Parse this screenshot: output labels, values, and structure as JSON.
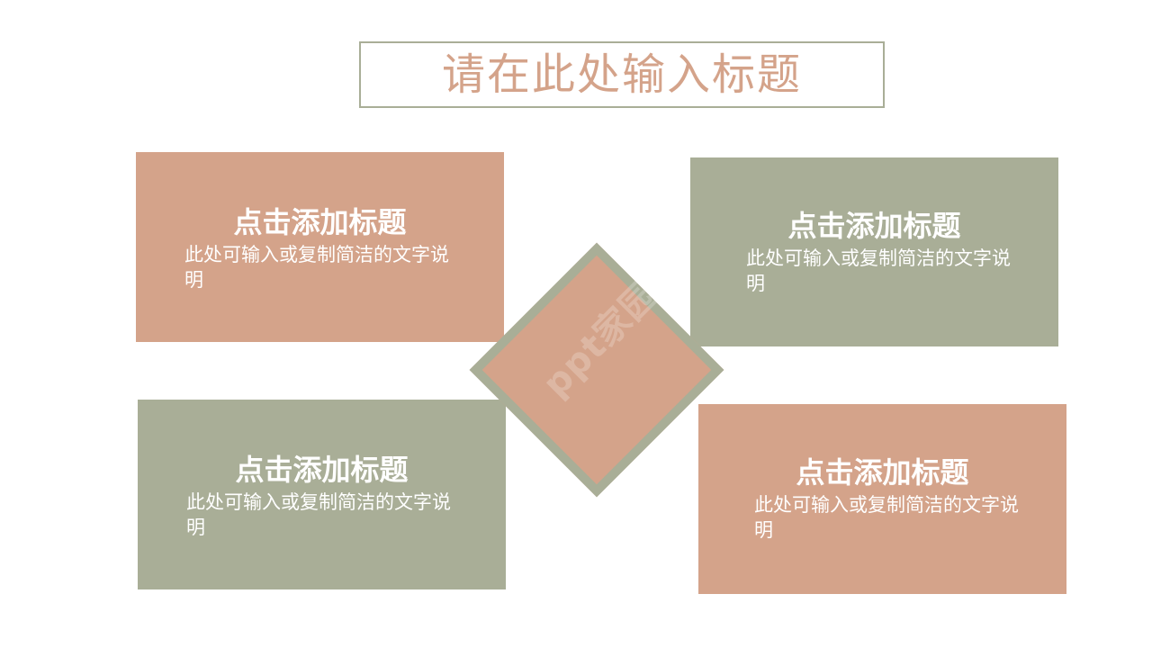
{
  "colors": {
    "salmon": "#d4a38a",
    "sage": "#a9ae97",
    "title_text": "#d4a38a",
    "white": "#ffffff"
  },
  "slide": {
    "title": "请在此处输入标题"
  },
  "cards": [
    {
      "title": "点击添加标题",
      "description": "此处可输入或复制简洁的文字说明",
      "color": "#d4a38a"
    },
    {
      "title": "点击添加标题",
      "description": "此处可输入或复制简洁的文字说明",
      "color": "#a9ae97"
    },
    {
      "title": "点击添加标题",
      "description": "此处可输入或复制简洁的文字说明",
      "color": "#a9ae97"
    },
    {
      "title": "点击添加标题",
      "description": "此处可输入或复制简洁的文字说明",
      "color": "#d4a38a"
    }
  ],
  "center_diamond": {
    "fill": "#d4a38a",
    "border": "#a9ae97",
    "watermark": "ppt家园"
  }
}
